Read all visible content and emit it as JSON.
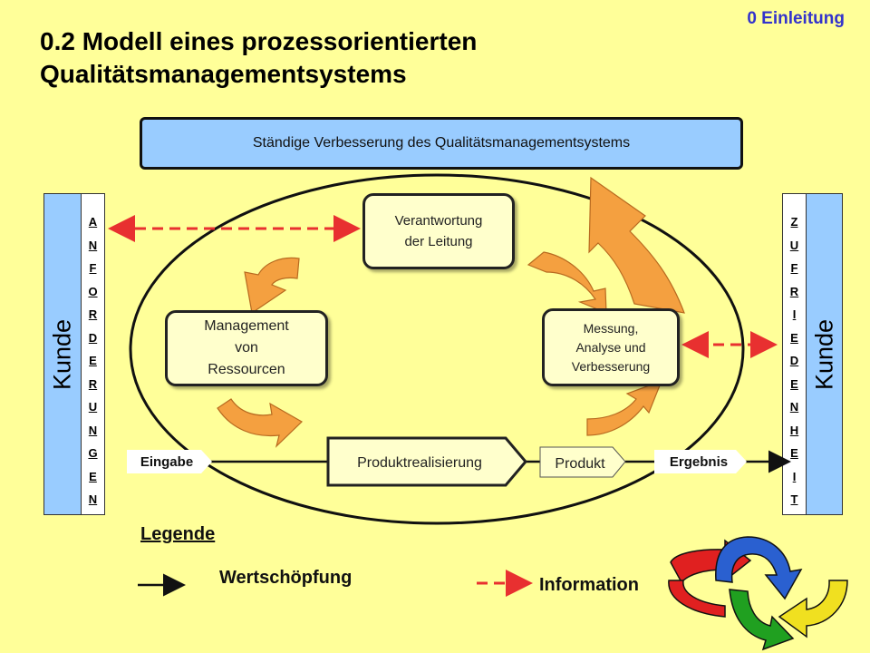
{
  "section_label": "0 Einleitung",
  "title_line1": "0.2 Modell eines prozessorientierten",
  "title_line2": "Qualitätsmanagementsystems",
  "improvement_bar": "Ständige Verbesserung des Qualitätsmanagementsystems",
  "left_customer": {
    "label": "Kunde",
    "letters": [
      "A",
      "N",
      "F",
      "O",
      "R",
      "D",
      "E",
      "R",
      "U",
      "N",
      "G",
      "E",
      "N"
    ]
  },
  "right_customer": {
    "label": "Kunde",
    "letters": [
      "Z",
      "U",
      "F",
      "R",
      "I",
      "E",
      "D",
      "E",
      "N",
      "H",
      "E",
      "I",
      "T"
    ]
  },
  "boxes": {
    "leitung_line1": "Verantwortung",
    "leitung_line2": "der Leitung",
    "ressourcen_line1": "Management",
    "ressourcen_line2": "von",
    "ressourcen_line3": "Ressourcen",
    "messung_line1": "Messung,",
    "messung_line2": "Analyse und",
    "messung_line3": "Verbesserung"
  },
  "flow": {
    "input": "Eingabe",
    "realisation": "Produktrealisierung",
    "product": "Produkt",
    "output": "Ergebnis"
  },
  "legend": {
    "title": "Legende",
    "value_chain": "Wertschöpfung",
    "information": "Information"
  },
  "colors": {
    "background": "#FFFF99",
    "bar_blue": "#99CCFF",
    "box_fill": "#FFFFCC",
    "arrow_orange": "#F4A040",
    "info_red": "#E83030",
    "section_blue": "#3333CC"
  },
  "logo_colors": [
    "#E02020",
    "#2A60D0",
    "#20A020",
    "#F0E020"
  ]
}
